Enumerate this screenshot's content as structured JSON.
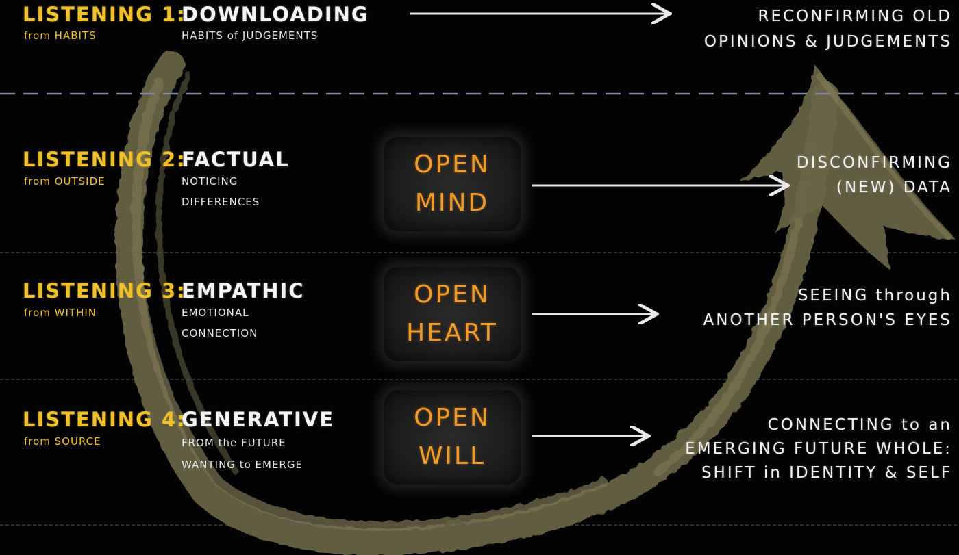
{
  "levels": [
    {
      "title": "LISTENING 1:",
      "source": "from HABITS",
      "mode": "DOWNLOADING",
      "description": [
        "HABITS of JUDGEMENTS"
      ],
      "outcome": [
        "RECONFIRMING OLD",
        "OPINIONS & JUDGEMENTS"
      ]
    },
    {
      "title": "LISTENING 2:",
      "source": "from OUTSIDE",
      "mode": "FACTUAL",
      "description": [
        "NOTICING",
        "DIFFERENCES"
      ],
      "box": [
        "OPEN",
        "MIND"
      ],
      "outcome": [
        "DISCONFIRMING",
        "(NEW) DATA"
      ]
    },
    {
      "title": "LISTENING 3:",
      "source": "from WITHIN",
      "mode": "EMPATHIC",
      "description": [
        "EMOTIONAL",
        "CONNECTION"
      ],
      "box": [
        "OPEN",
        "HEART"
      ],
      "outcome": [
        "SEEING through",
        "ANOTHER PERSON'S EYES"
      ]
    },
    {
      "title": "LISTENING 4:",
      "source": "from SOURCE",
      "mode": "GENERATIVE",
      "description": [
        "FROM the FUTURE",
        "WANTING to EMERGE"
      ],
      "box": [
        "OPEN",
        "WILL"
      ],
      "outcome": [
        "CONNECTING to an",
        "EMERGING FUTURE WHOLE:",
        "SHIFT in IDENTITY & SELF"
      ]
    }
  ],
  "colors": {
    "background": "#030303",
    "level_label": "#f0c02a",
    "box_text": "#f09a28",
    "text": "#f0f0f0",
    "brush_arc": "#6b6546",
    "divider_dashed": "#7f86a4",
    "divider_thin": "#5a5a5a",
    "arrow": "#e8e8e8"
  }
}
